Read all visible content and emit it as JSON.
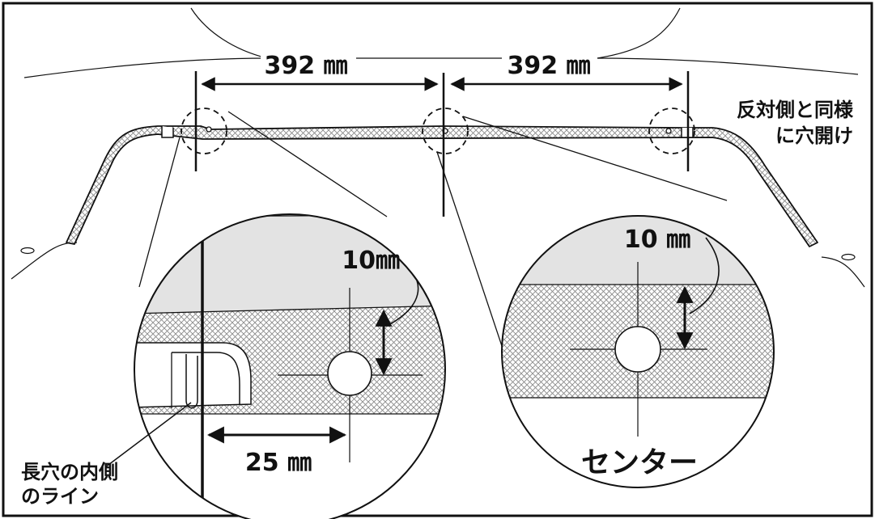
{
  "labels": {
    "dim_left": "392 ㎜",
    "dim_right": "392 ㎜",
    "note_line1": "反対側と同様",
    "note_line2": "に穴開け",
    "inset_left_dim_vertical": "10㎜",
    "inset_left_dim_horizontal": "25 ㎜",
    "inset_left_note_line1": "長穴の内側",
    "inset_left_note_line2": "のライン",
    "inset_right_dim_vertical": "10 ㎜",
    "inset_right_caption": "センター"
  },
  "colors": {
    "line": "#111111",
    "background": "#ffffff",
    "shaded_region": "#e3e3e3",
    "hatch": "#8a8a8a"
  }
}
